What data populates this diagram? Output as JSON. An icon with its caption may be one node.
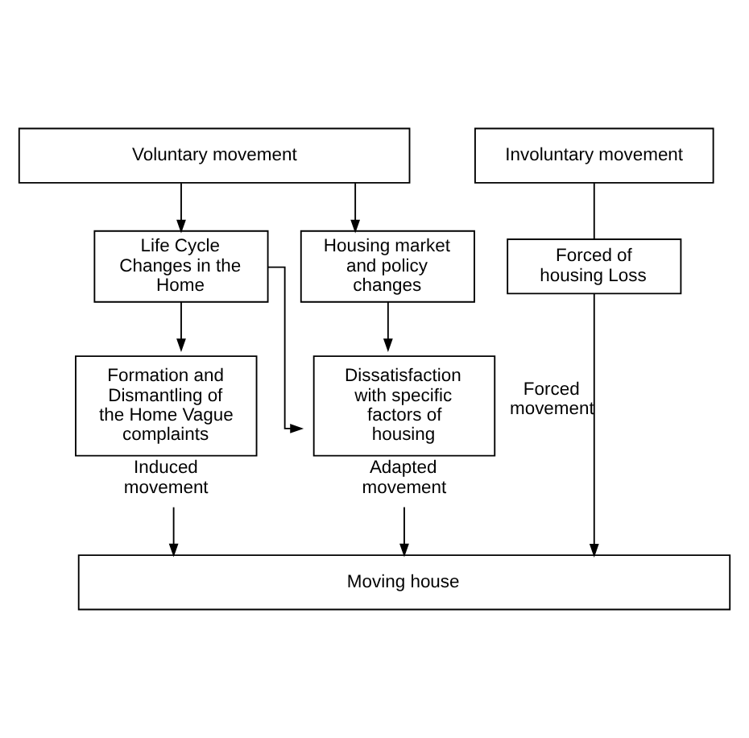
{
  "diagram": {
    "nodes": [
      {
        "text": [
          "Voluntary movement"
        ]
      },
      {
        "text": [
          "Involuntary movement"
        ]
      },
      {
        "text": [
          "Life Cycle Changes in the Home"
        ]
      },
      {
        "text": [
          "Housing market and policy changes"
        ]
      },
      {
        "text": [
          "Forced of housing Loss"
        ]
      },
      {
        "text": [
          "Formation and Dismantling of the Home Vague complaints"
        ],
        "beside": [
          "Induced movement"
        ]
      },
      {
        "text": [
          "Dissatisfaction with specific factors of housing"
        ],
        "beside": [
          "Adapted movement"
        ]
      },
      {
        "text": [
          "Moving house"
        ]
      }
    ],
    "edges": [
      {
        "from": 0,
        "to": 2,
        "arrow": "to"
      },
      {
        "from": 0,
        "to": 3,
        "arrow": "to"
      },
      {
        "from": 1,
        "to": 4,
        "arrow": "none"
      },
      {
        "from": 2,
        "to": 5,
        "arrow": "to"
      },
      {
        "from": 2,
        "to": 6,
        "arrow": "to"
      },
      {
        "from": 3,
        "to": 6,
        "arrow": "to"
      },
      {
        "from": 5,
        "to": 7,
        "arrow": "to"
      },
      {
        "from": 6,
        "to": 7,
        "arrow": "to"
      },
      {
        "from": 4,
        "to": 7,
        "arrow": "to",
        "label": "Forced movement"
      }
    ]
  }
}
